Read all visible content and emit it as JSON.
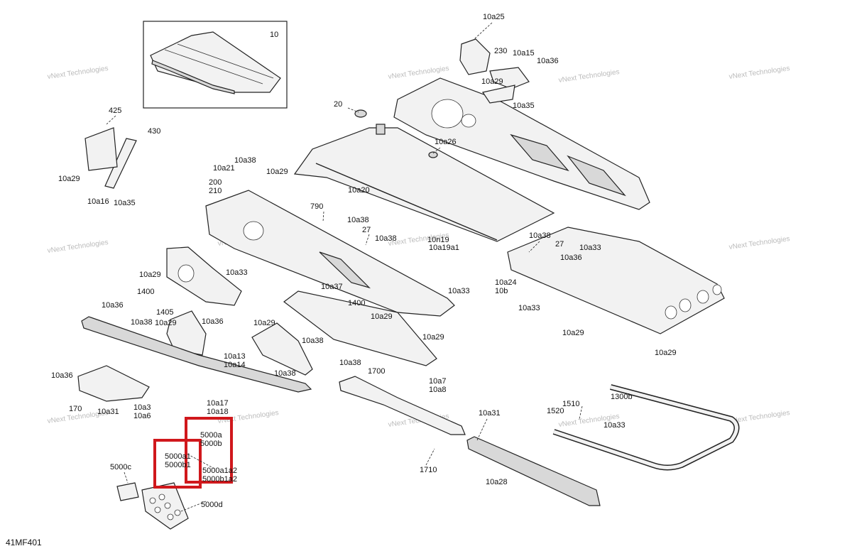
{
  "diagram_code": "41MF401",
  "inset_label": "10",
  "watermark_text": "vNext Technologies",
  "highlight_color": "#d0181c",
  "part_labels": [
    "10a25",
    "230",
    "10a15",
    "10a36",
    "10a29",
    "10a35",
    "425",
    "430",
    "10a29",
    "10a16",
    "10a35",
    "20",
    "10a26",
    "10a21",
    "10a38",
    "10a29",
    "200",
    "210",
    "10a20",
    "790",
    "10a38",
    "27",
    "10a38",
    "10n19",
    "10a19a1",
    "10a38",
    "27",
    "10a36",
    "10a33",
    "10a24",
    "10b",
    "10a33",
    "10a29",
    "10a29",
    "10a29",
    "10a33",
    "1400",
    "10a37",
    "1400",
    "10a33",
    "10a29",
    "10a36",
    "1405",
    "10a38",
    "10a29",
    "10a36",
    "10a29",
    "10a38",
    "10a13",
    "10a14",
    "10a29",
    "10a38",
    "10a7",
    "10a8",
    "10a36",
    "170",
    "10a31",
    "10a3",
    "10a6",
    "1700",
    "10a17",
    "10a18",
    "10a38",
    "10a31",
    "1710",
    "10a28",
    "1300b",
    "1510",
    "1520",
    "10a33",
    "5000a",
    "5000b",
    "5000a1a2",
    "5000b1a2",
    "5000a1",
    "5000b1",
    "5000c",
    "5000d"
  ]
}
